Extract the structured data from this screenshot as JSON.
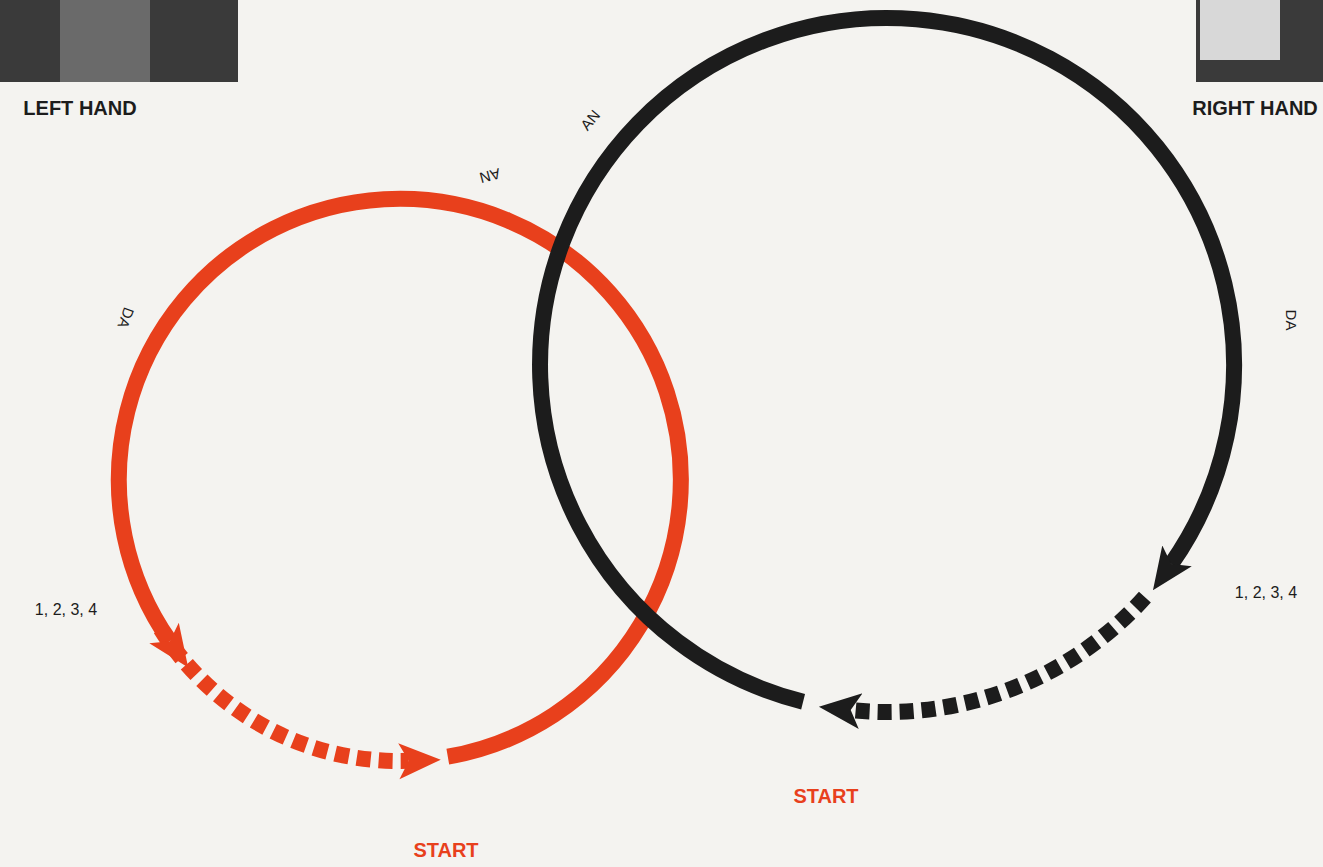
{
  "diagram": {
    "labels": [
      "LEFT HAND",
      "RIGHT HAND",
      "AN",
      "AN",
      "DA",
      "DA",
      "1, 2, 3, 4",
      "1, 2, 3, 4",
      "START",
      "START"
    ]
  }
}
